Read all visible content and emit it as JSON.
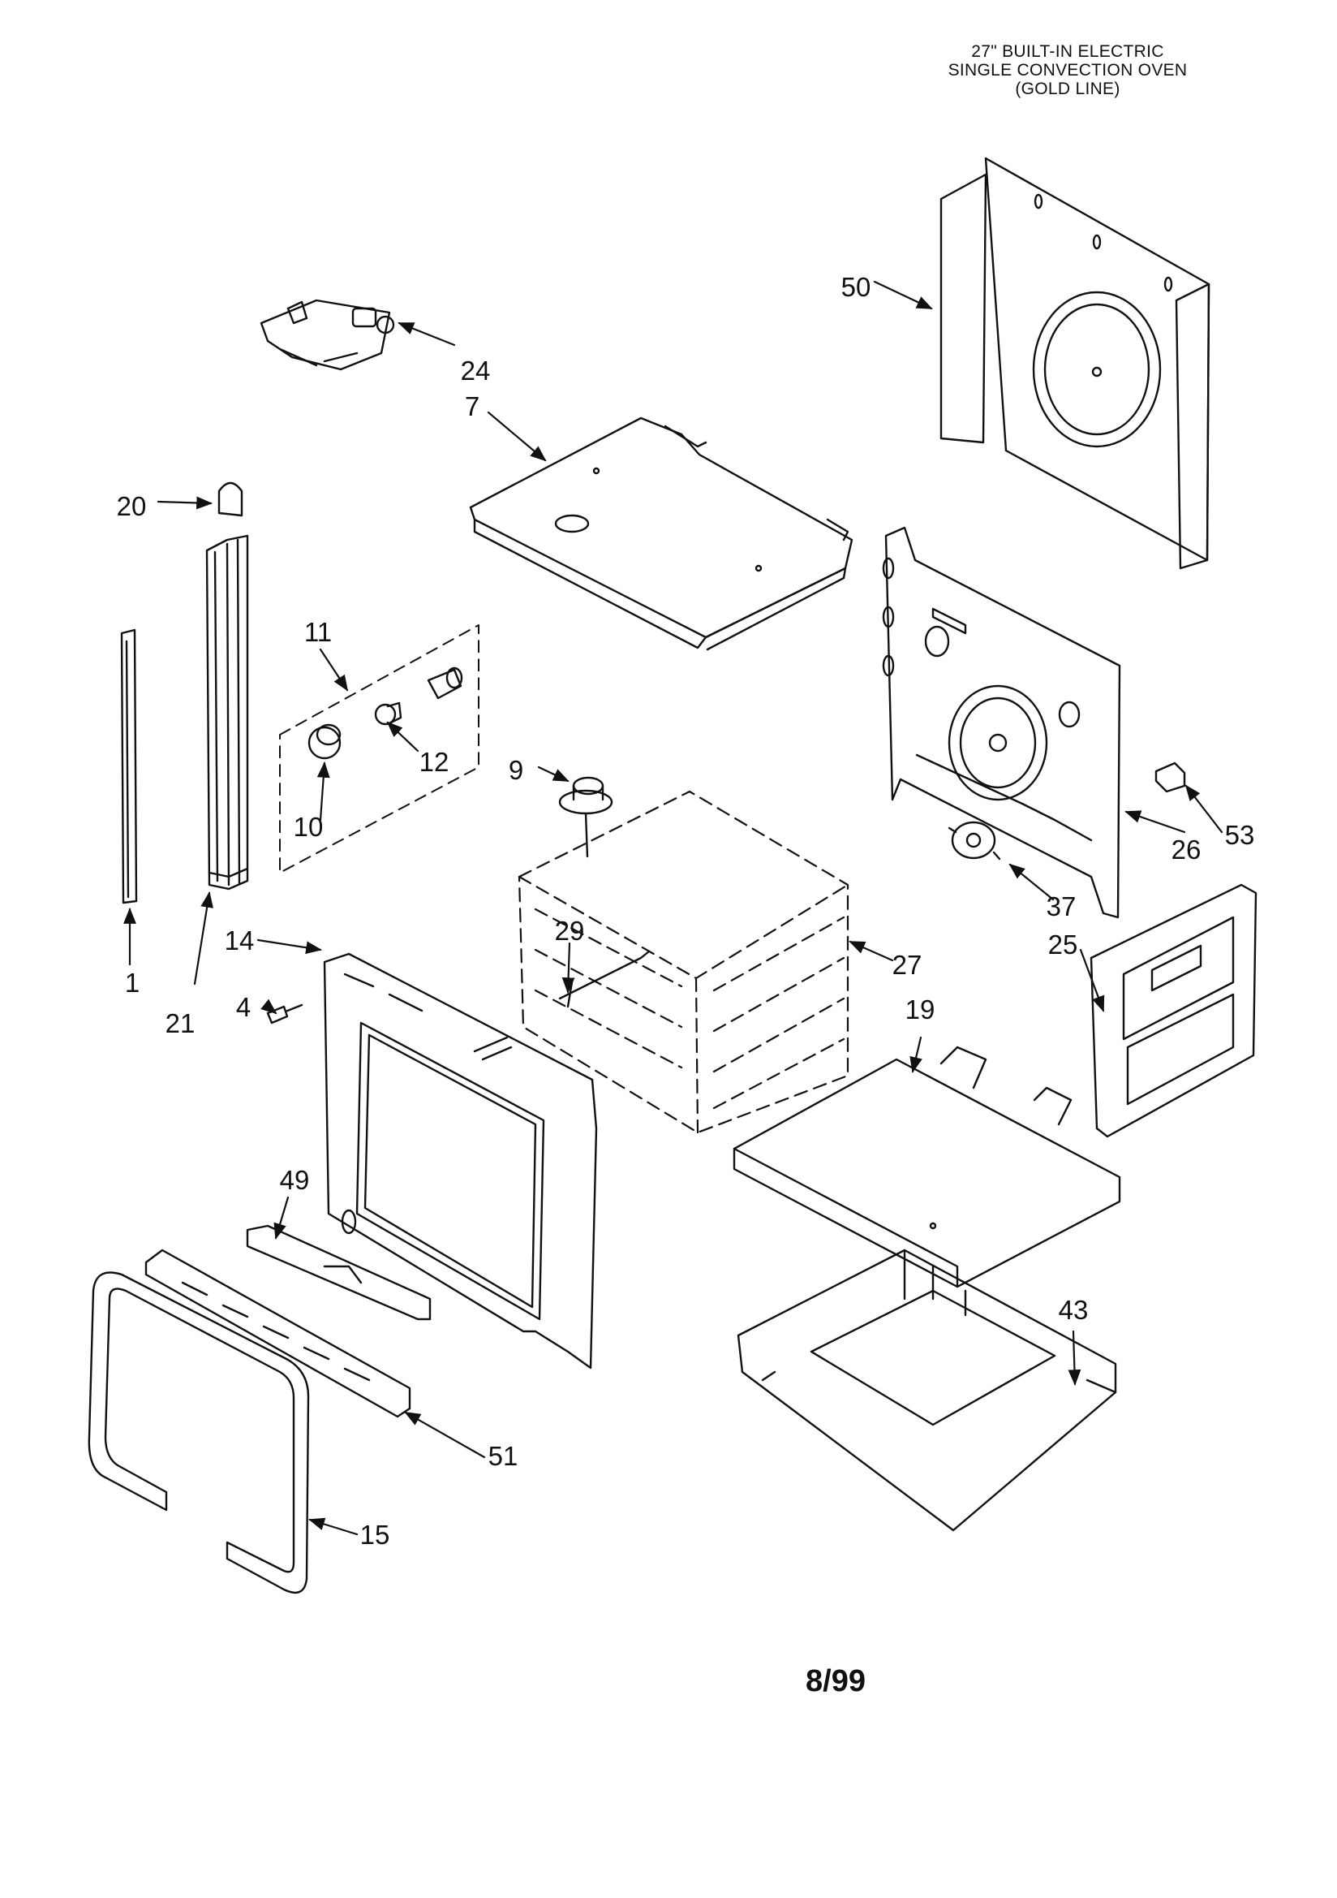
{
  "header": {
    "line1": "27\" BUILT-IN ELECTRIC",
    "line2": "SINGLE CONVECTION OVEN",
    "line3": "(GOLD LINE)"
  },
  "footer": {
    "date_code": "8/99"
  },
  "callouts": {
    "c1": "1",
    "c4": "4",
    "c7": "7",
    "c9": "9",
    "c10": "10",
    "c11": "11",
    "c12": "12",
    "c14": "14",
    "c15": "15",
    "c19": "19",
    "c20": "20",
    "c21": "21",
    "c24": "24",
    "c25": "25",
    "c26": "26",
    "c27": "27",
    "c29": "29",
    "c37": "37",
    "c43": "43",
    "c49": "49",
    "c50": "50",
    "c51": "51",
    "c53": "53"
  },
  "colors": {
    "ink": "#111111",
    "paper": "#ffffff"
  }
}
